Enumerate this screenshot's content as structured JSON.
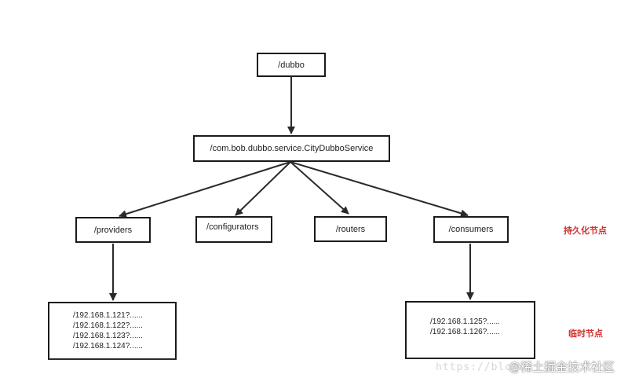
{
  "nodes": {
    "root": "/dubbo",
    "service": "/com.bob.dubbo.service.CityDubboService",
    "providers": "/providers",
    "configurators": "/configurators",
    "routers": "/routers",
    "consumers": "/consumers"
  },
  "provider_ips": [
    "/192.168.1.121?......",
    "/192.168.1.122?......",
    "/192.168.1.123?......",
    "/192.168.1.124?......"
  ],
  "consumer_ips": [
    "/192.168.1.125?......",
    "/192.168.1.126?......"
  ],
  "labels": {
    "persistent": "持久化节点",
    "ephemeral": "临时节点"
  },
  "watermark": {
    "url": "https://blog",
    "brand": "@稀土掘金技术社区"
  },
  "colors": {
    "border": "#1a1a1a",
    "label_red": "#d0312d"
  }
}
